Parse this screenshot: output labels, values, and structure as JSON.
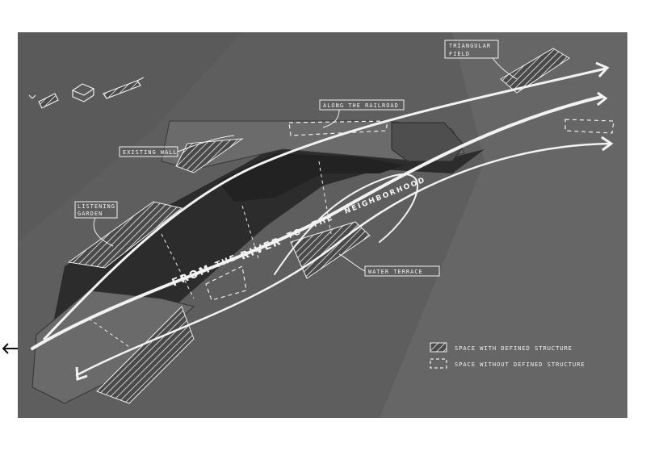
{
  "labels": {
    "triangular_1": "TRIANGULAR",
    "triangular_2": "FIELD",
    "railroad": "ALONG THE RAILROAD",
    "wall": "EXISTING WALL",
    "garden_1": "LISTENING",
    "garden_2": "GARDEN",
    "water": "WATER TERRACE"
  },
  "flow": {
    "w1": "FROM",
    "w2": "THE",
    "w3": "RIVER",
    "w4": "TO",
    "w5": "THE",
    "w6": "NEIGHBORHOOD"
  },
  "legend": {
    "defined": "SPACE WITH DEFINED STRUCTURE",
    "undefined": "SPACE WITHOUT DEFINED STRUCTURE"
  },
  "colors": {
    "board": "#5e5e5e",
    "sketch": "#f2f2f2"
  }
}
